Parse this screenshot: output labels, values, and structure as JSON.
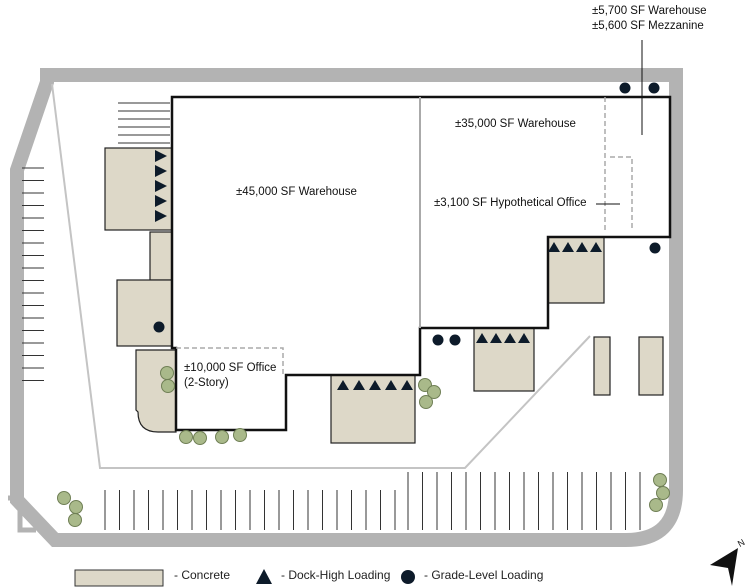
{
  "labels": {
    "mezz_warehouse": "±5,700 SF Warehouse",
    "mezzanine": "±5,600 SF Mezzanine",
    "warehouse_35k": "±35,000 SF Warehouse",
    "warehouse_45k": "±45,000 SF Warehouse",
    "hypo_office": "±3,100 SF Hypothetical Office",
    "office_line1": "±10,000 SF Office",
    "office_line2": "(2-Story)"
  },
  "legend": {
    "concrete": "- Concrete",
    "dock": "- Dock-High Loading",
    "grade": "- Grade-Level Loading"
  },
  "compass": "N",
  "colors": {
    "road": "#b3b3b3",
    "concrete": "#ddd8c8",
    "dark": "#0d1b2a",
    "tree": "#a9b98a"
  }
}
